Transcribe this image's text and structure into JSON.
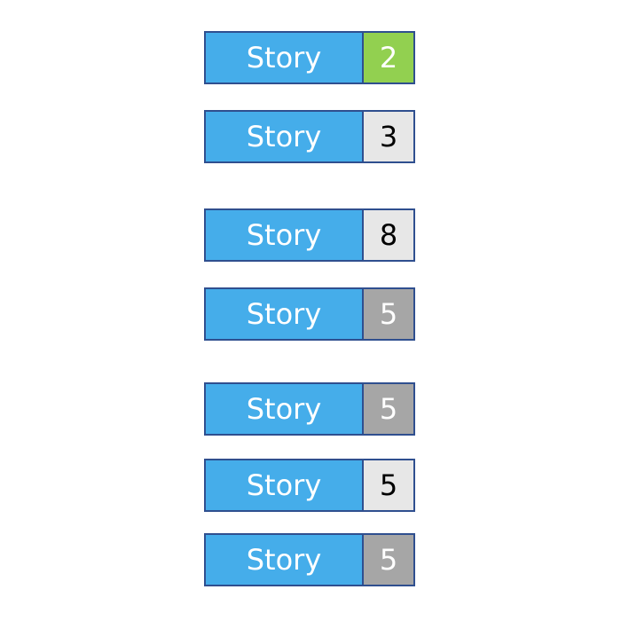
{
  "colors": {
    "story_fill": "#45adea",
    "story_text": "#ffffff",
    "border": "#2f4f8f"
  },
  "stories": [
    {
      "label": "Story",
      "points": "2",
      "points_fill": "#92d050",
      "points_text": "#ffffff"
    },
    {
      "label": "Story",
      "points": "3",
      "points_fill": "#e7e7e7",
      "points_text": "#000000"
    },
    {
      "label": "Story",
      "points": "8",
      "points_fill": "#e7e7e7",
      "points_text": "#000000"
    },
    {
      "label": "Story",
      "points": "5",
      "points_fill": "#a6a6a6",
      "points_text": "#ffffff"
    },
    {
      "label": "Story",
      "points": "5",
      "points_fill": "#a6a6a6",
      "points_text": "#ffffff"
    },
    {
      "label": "Story",
      "points": "5",
      "points_fill": "#e7e7e7",
      "points_text": "#000000"
    },
    {
      "label": "Story",
      "points": "5",
      "points_fill": "#a6a6a6",
      "points_text": "#ffffff"
    }
  ]
}
